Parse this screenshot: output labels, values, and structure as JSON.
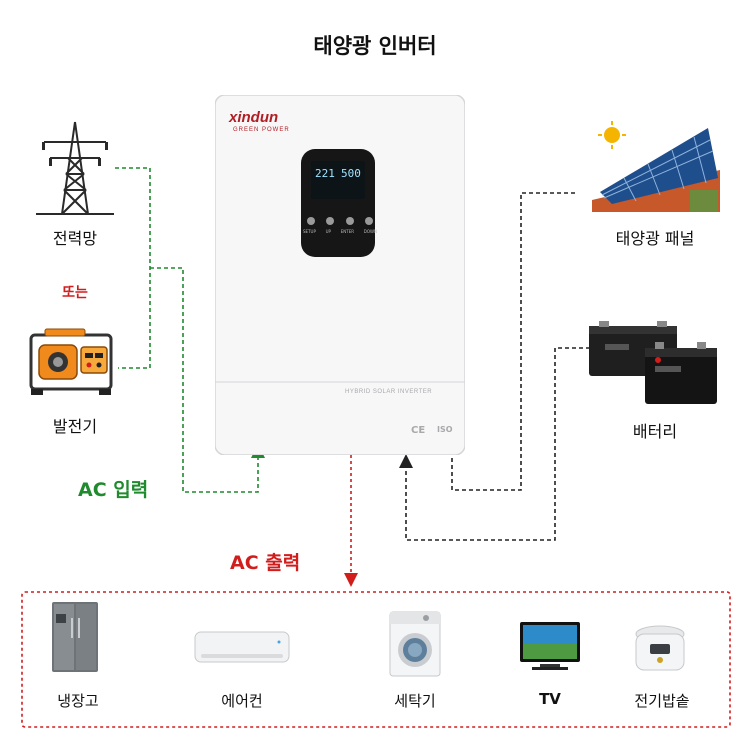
{
  "title": "태양광 인버터",
  "sources": {
    "grid_label": "전력망",
    "or_label": "또는",
    "generator_label": "발전기",
    "ac_input_label": "AC 입력"
  },
  "right_side": {
    "solar_label": "태양광 패널",
    "battery_label": "배터리"
  },
  "inverter": {
    "brand": "xindun",
    "brand_sub": "GREEN POWER",
    "model_text": "HYBRID SOLAR INVERTER",
    "display_left": "221",
    "display_right": "500",
    "buttons": [
      "SETUP",
      "UP",
      "ENTER",
      "DOWN"
    ],
    "marks": [
      "CE",
      "ISO"
    ]
  },
  "output": {
    "ac_output_label": "AC 출력",
    "appliances": [
      {
        "label": "냉장고",
        "icon": "refrigerator-icon"
      },
      {
        "label": "에어컨",
        "icon": "air-conditioner-icon"
      },
      {
        "label": "세탁기",
        "icon": "washing-machine-icon"
      },
      {
        "label": "TV",
        "icon": "tv-icon"
      },
      {
        "label": "전기밥솥",
        "icon": "rice-cooker-icon"
      }
    ]
  },
  "colors": {
    "ac_input": "#1f8a2e",
    "ac_output": "#d21d1d",
    "dc_lines": "#222222"
  }
}
